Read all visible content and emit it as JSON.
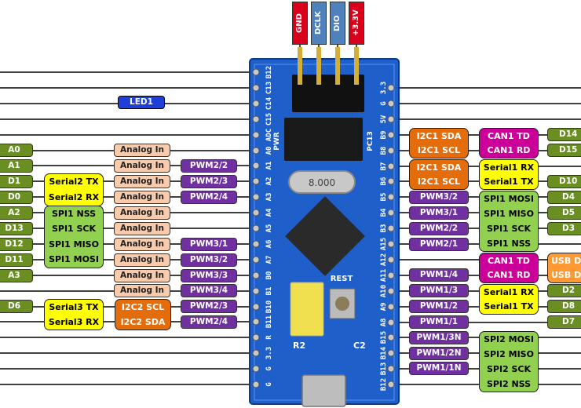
{
  "colors": {
    "board": "#1f5fc9",
    "wire": "#000000",
    "port": "#6b8e23",
    "analog": "#f8cbad",
    "pwm": "#7030a0",
    "serial": "#ffff00",
    "spi": "#92d050",
    "i2c": "#e46c0a",
    "can": "#cc0099",
    "usb": "#ff9933",
    "led": "#1f3fd8"
  },
  "top_pins": [
    {
      "text": "GND",
      "color": "#d9001b"
    },
    {
      "text": "DCLK",
      "color": "#4f81bd"
    },
    {
      "text": "DIO",
      "color": "#4f81bd"
    },
    {
      "text": "+3.3V",
      "color": "#d9001b"
    }
  ],
  "left_pin_silk": [
    "B12",
    "C13",
    "C14",
    "C15",
    "ADC",
    "A0",
    "A1",
    "A2",
    "A3",
    "A4",
    "A5",
    "A6",
    "A7",
    "B0",
    "B1",
    "B10",
    "B11",
    "R",
    "3.3",
    "G",
    "G"
  ],
  "right_pin_silk": [
    "3.3",
    "G",
    "5V",
    "B9",
    "B8",
    "B7",
    "B6",
    "B5",
    "B4",
    "B3",
    "A15",
    "A12",
    "A11",
    "A10",
    "A9",
    "A8",
    "B15",
    "B14",
    "B13",
    "B12"
  ],
  "led1": "LED1",
  "left": {
    "ports": [
      "A0",
      "A1",
      "D1",
      "D0",
      "A2",
      "D13",
      "D12",
      "D11",
      "A3",
      "D6"
    ],
    "analog": [
      "Analog In",
      "Analog In",
      "Analog In",
      "Analog In",
      "Analog In",
      "Analog In",
      "Analog In",
      "Analog In",
      "Analog In",
      "Analog In"
    ],
    "pwm": [
      "PWM2/2",
      "PWM2/3",
      "PWM2/4",
      "PWM3/1",
      "PWM3/2",
      "PWM3/3",
      "PWM3/4",
      "PWM2/3",
      "PWM2/4"
    ],
    "serial2": [
      "Serial2 TX",
      "Serial2 RX"
    ],
    "spi1": [
      "SPI1 NSS",
      "SPI1 SCK",
      "SPI1 MISO",
      "SPI1 MOSI"
    ],
    "serial3": [
      "Serial3 TX",
      "Serial3 RX"
    ],
    "i2c2": [
      "I2C2 SCL",
      "I2C2 SDA"
    ]
  },
  "right": {
    "i2c1_a": [
      "I2C1 SDA",
      "I2C1 SCL"
    ],
    "i2c1_b": [
      "I2C1 SDA",
      "I2C1 SCL"
    ],
    "can_a": [
      "CAN1 TD",
      "CAN1 RD"
    ],
    "serial1_a": [
      "Serial1 RX",
      "Serial1 TX"
    ],
    "pwm": [
      "PWM3/2",
      "PWM3/1",
      "PWM2/2",
      "PWM2/1",
      "PWM1/4",
      "PWM1/3",
      "PWM1/2",
      "PWM1/1",
      "PWM1/3N",
      "PWM1/2N",
      "PWM1/1N"
    ],
    "spi1": [
      "SPI1 MOSI",
      "SPI1 MISO",
      "SPI1 SCK",
      "SPI1 NSS"
    ],
    "can_b": [
      "CAN1 TD",
      "CAN1 RD"
    ],
    "usb": [
      "USB D",
      "USB D"
    ],
    "serial1_b": [
      "Serial1 RX",
      "Serial1 TX"
    ],
    "spi2": [
      "SPI2 MOSI",
      "SPI2 MISO",
      "SPI2 SCK",
      "SPI2 NSS"
    ],
    "ports": [
      "D14",
      "D15",
      "D10",
      "D4",
      "D5",
      "D3",
      "D2",
      "D8",
      "D7"
    ]
  },
  "board": {
    "pwr": "PWR",
    "pc13": "PC13",
    "crystal": "8.000",
    "reset": "REST",
    "r2": "R2",
    "c2": "C2"
  }
}
